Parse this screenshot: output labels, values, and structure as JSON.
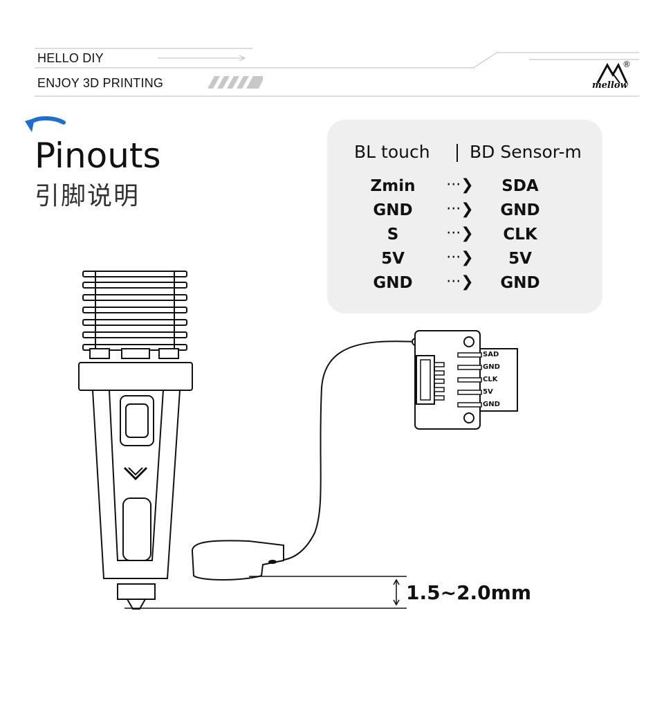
{
  "header": {
    "line1": "HELLO DIY",
    "line2": "ENJOY 3D PRINTING",
    "logo_text": "mellow",
    "registered_mark": "®"
  },
  "page": {
    "title": "Pinouts",
    "subtitle": "引脚说明"
  },
  "pin_table": {
    "left_header": "BL touch",
    "right_header": "BD Sensor-m",
    "arrow": "···❯",
    "rows": [
      {
        "from": "Zmin",
        "to": "SDA"
      },
      {
        "from": "GND",
        "to": "GND"
      },
      {
        "from": "S",
        "to": "CLK"
      },
      {
        "from": "5V",
        "to": "5V"
      },
      {
        "from": "GND",
        "to": "GND"
      }
    ]
  },
  "board_pins": [
    "SAD",
    "GND",
    "CLK",
    "5V",
    "GND"
  ],
  "measurement": "1.5~2.0mm",
  "colors": {
    "accent_blue": "#1a6fd6",
    "panel_bg": "#efefef",
    "line": "#111111"
  }
}
